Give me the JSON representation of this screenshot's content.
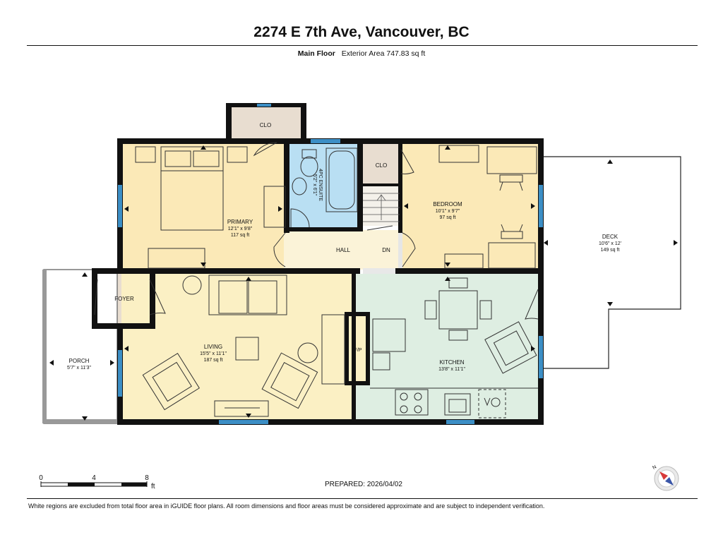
{
  "header": {
    "title": "2274 E 7th Ave, Vancouver, BC",
    "floor_label": "Main Floor",
    "area_label": "Exterior Area 747.83 sq ft"
  },
  "rooms": {
    "primary": {
      "name": "PRIMARY",
      "dims": "12'1\" x 9'8\"",
      "area": "117 sq ft"
    },
    "ensuite": {
      "name": "4PC ENSUITE",
      "dims": "5'2\" x 6'1\""
    },
    "clo_top": {
      "name": "CLO"
    },
    "clo_bed": {
      "name": "CLO"
    },
    "bedroom": {
      "name": "BEDROOM",
      "dims": "10'1\" x 9'7\"",
      "area": "97 sq ft"
    },
    "hall": {
      "name": "HALL"
    },
    "dn": {
      "name": "DN"
    },
    "deck": {
      "name": "DECK",
      "dims": "10'6\" x 12'",
      "area": "149 sq ft"
    },
    "foyer": {
      "name": "FOYER"
    },
    "living": {
      "name": "LIVING",
      "dims": "15'5\" x 11'1\"",
      "area": "187 sq ft"
    },
    "porch": {
      "name": "PORCH",
      "dims": "5'7\" x 11'3\""
    },
    "fp": {
      "name": "F/P"
    },
    "kitchen": {
      "name": "KITCHEN",
      "dims": "13'8\" x 11'1\""
    }
  },
  "scale": {
    "ticks": [
      "0",
      "4",
      "8"
    ],
    "unit": "ft"
  },
  "compass": {
    "north_label": "N"
  },
  "footer": {
    "prepared": "PREPARED: 2026/04/02",
    "disclaimer": "White regions are excluded from total floor area in iGUIDE floor plans. All room dimensions and floor areas must be considered approximate and are subject to independent verification."
  },
  "colors": {
    "bedroom_fill": "#fbe9b7",
    "living_fill": "#fbf0c4",
    "ensuite_fill": "#b9dff3",
    "kitchen_fill": "#deeee2",
    "closet_fill": "#e8ddd0",
    "hall_fill": "#fbf3d8",
    "wall": "#111111",
    "window": "#3c8fc6"
  }
}
